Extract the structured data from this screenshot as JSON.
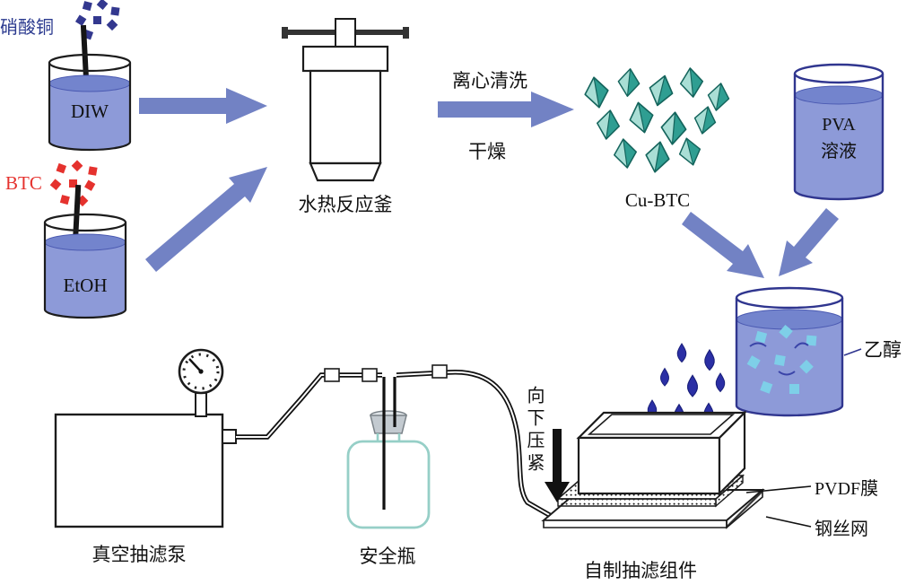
{
  "labels": {
    "copper_nitrate": "硝酸铜",
    "diw": "DIW",
    "btc": "BTC",
    "etoh": "EtOH",
    "reactor": "水热反应釜",
    "step_wash": "离心清洗",
    "step_dry": "干燥",
    "cu_btc": "Cu-BTC",
    "pva_line1": "PVA",
    "pva_line2": "溶液",
    "ethanol": "乙醇",
    "press_down": "向下压紧",
    "pump": "真空抽滤泵",
    "safety_bottle": "安全瓶",
    "filter_assembly": "自制抽滤组件",
    "pvdf_membrane": "PVDF膜",
    "steel_mesh": "钢丝网"
  },
  "colors": {
    "arrow": "#7282c4",
    "liquid": "#8d9ad8",
    "liquid_surface": "#7384cd",
    "crystal_light": "#a9ded5",
    "crystal_dark": "#2f9e92",
    "particle_navy": "#33388f",
    "particle_red": "#e5322e",
    "particle_cyan": "#7ecfe8",
    "droplet": "#2b2fa5",
    "bottle_outline": "#96cfc7",
    "label_navy": "#2b3a8f"
  }
}
